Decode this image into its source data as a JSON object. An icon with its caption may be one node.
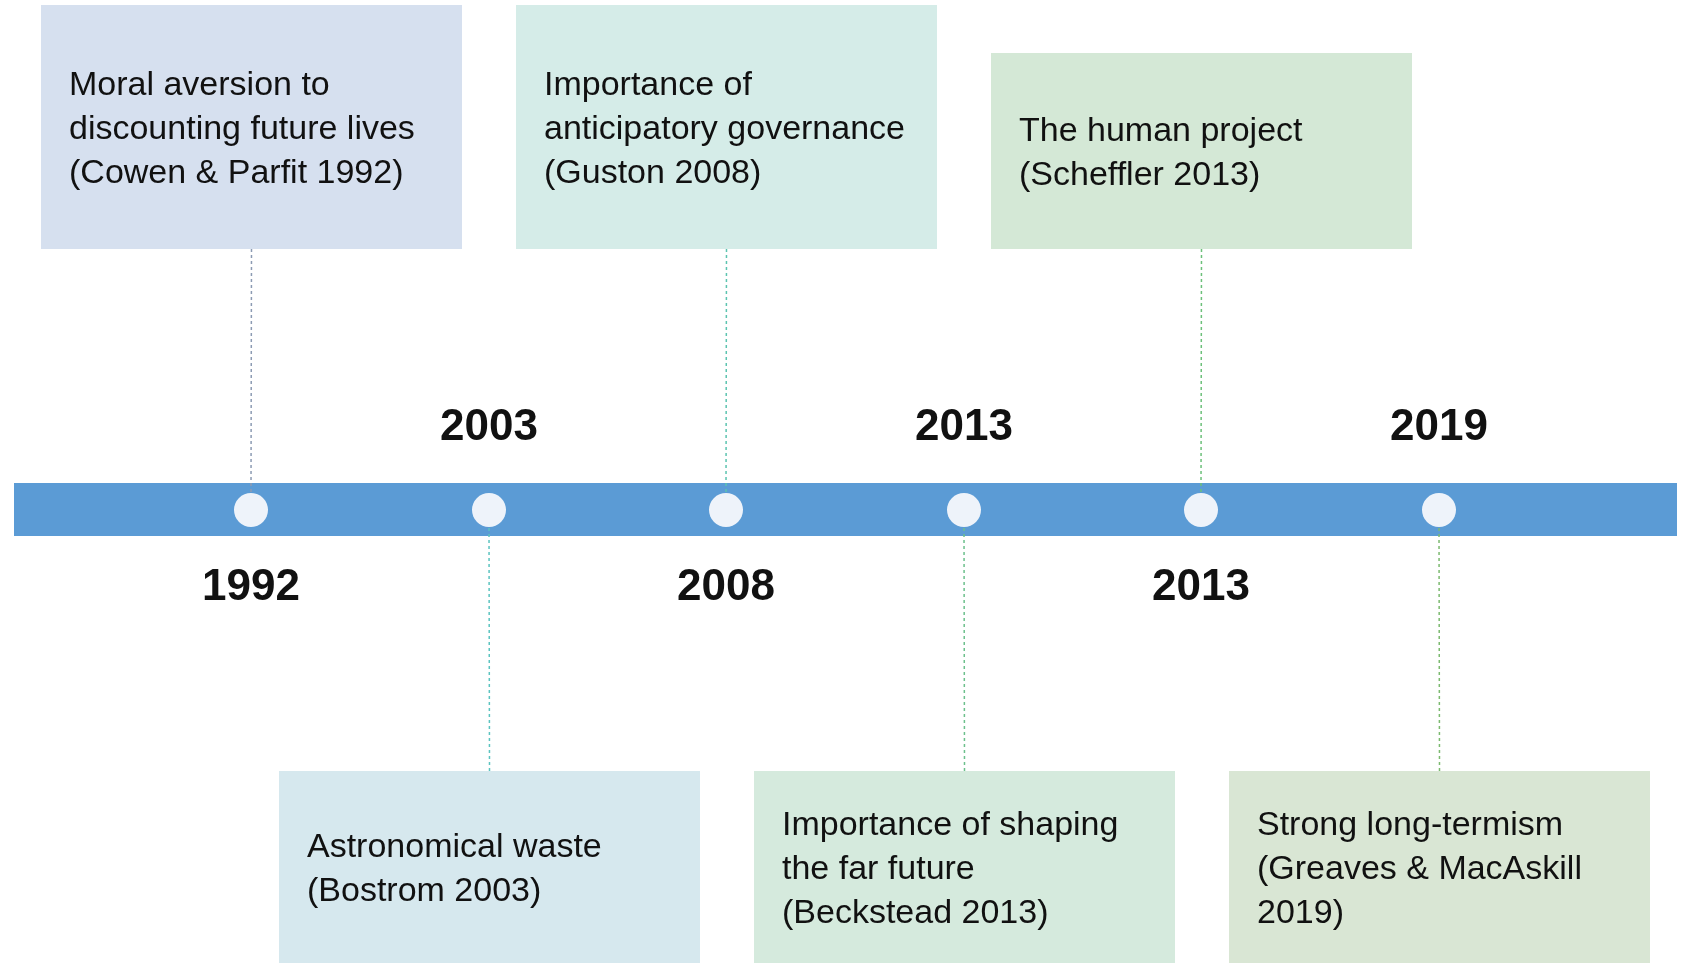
{
  "diagram": {
    "nodes": [
      {
        "text": [
          "Moral aversion to discounting future lives (Cowen & Parfit 1992)"
        ]
      },
      {
        "text": [
          "Importance of anticipatory governance (Guston 2008)"
        ]
      },
      {
        "text": [
          "The human project (Scheffler 2013)"
        ]
      },
      {
        "text": [],
        "shape": "circle",
        "beside": [
          "1992"
        ]
      },
      {
        "text": [],
        "shape": "circle",
        "beside": [
          "2003"
        ]
      },
      {
        "text": [],
        "shape": "circle",
        "beside": [
          "2008"
        ]
      },
      {
        "text": [],
        "shape": "circle",
        "beside": [
          "2013"
        ]
      },
      {
        "text": [],
        "shape": "circle",
        "beside": [
          "2013"
        ]
      },
      {
        "text": [],
        "shape": "circle",
        "beside": [
          "2019"
        ]
      },
      {
        "text": [
          "Astronomical waste (Bostrom 2003)"
        ]
      },
      {
        "text": [
          "Importance of shaping the far future (Beckstead 2013)"
        ]
      },
      {
        "text": [
          "Strong long-termism (Greaves & MacAskill 2019)"
        ]
      }
    ],
    "edges": [
      {
        "from": 0,
        "to": 3,
        "arrow": "none",
        "style": "dashed",
        "color": "#8c9bb3"
      },
      {
        "from": 9,
        "to": 4,
        "arrow": "none",
        "style": "dashed",
        "color": "#5cc4c0"
      },
      {
        "from": 1,
        "to": 5,
        "arrow": "none",
        "style": "dashed",
        "color": "#5cc4b0"
      },
      {
        "from": 10,
        "to": 6,
        "arrow": "none",
        "style": "dashed",
        "color": "#6cc08c"
      },
      {
        "from": 2,
        "to": 7,
        "arrow": "none",
        "style": "dashed",
        "color": "#6cc07a"
      },
      {
        "from": 11,
        "to": 8,
        "arrow": "none",
        "style": "dashed",
        "color": "#7cba70"
      }
    ]
  }
}
